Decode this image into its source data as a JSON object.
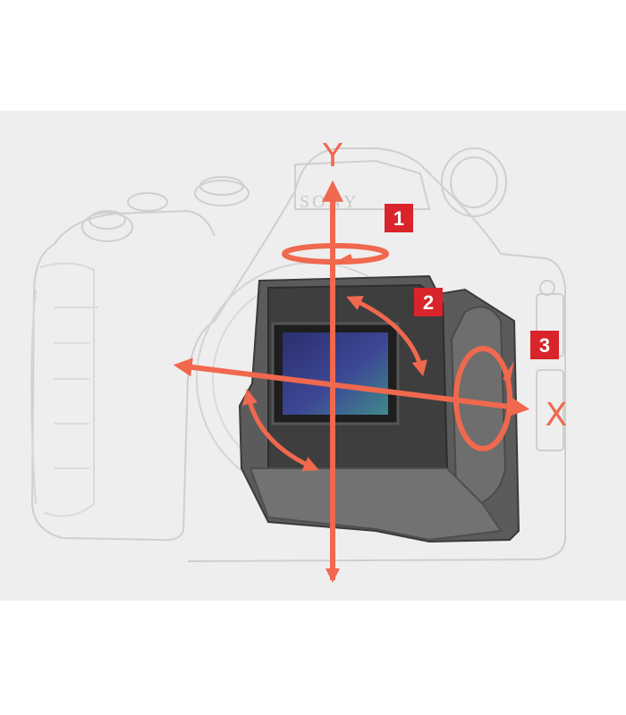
{
  "brand_label": "SONY",
  "axes": {
    "y_label": "Y",
    "x_label": "X"
  },
  "badges": [
    {
      "id": "badge-1",
      "label": "1"
    },
    {
      "id": "badge-2",
      "label": "2"
    },
    {
      "id": "badge-3",
      "label": "3"
    }
  ],
  "colors": {
    "background": "#eeeeee",
    "accent_arrow": "#f0684e",
    "badge": "#d8242a",
    "sensor": "#3b3f8f"
  }
}
